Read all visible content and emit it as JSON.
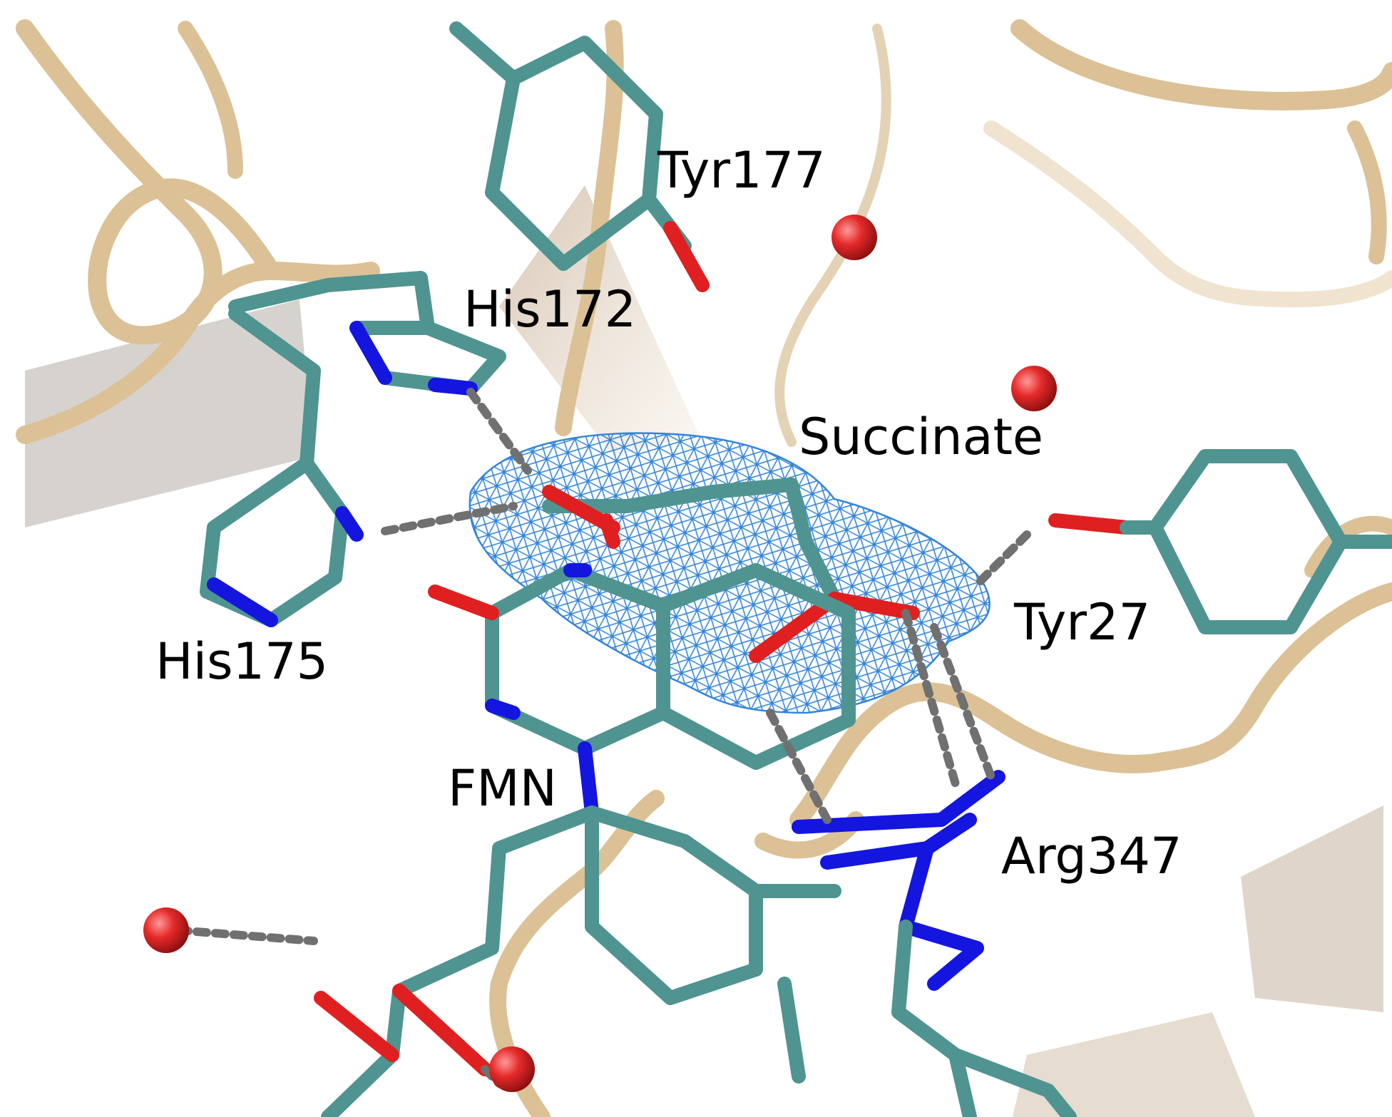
{
  "labels": {
    "tyr177": "Tyr177",
    "his172": "His172",
    "succinate": "Succinate",
    "tyr27": "Tyr27",
    "his175": "His175",
    "fmn": "FMN",
    "arg347": "Arg347"
  },
  "colors": {
    "background": "#ffffff",
    "ribbon": "#dcc196",
    "ribbon_shade": "#bfa581",
    "carbon": "#4f9490",
    "nitrogen": "#1515e0",
    "oxygen": "#e02020",
    "water": "#e02020",
    "mesh": "#2a7fd8",
    "hbond": "#707070"
  }
}
